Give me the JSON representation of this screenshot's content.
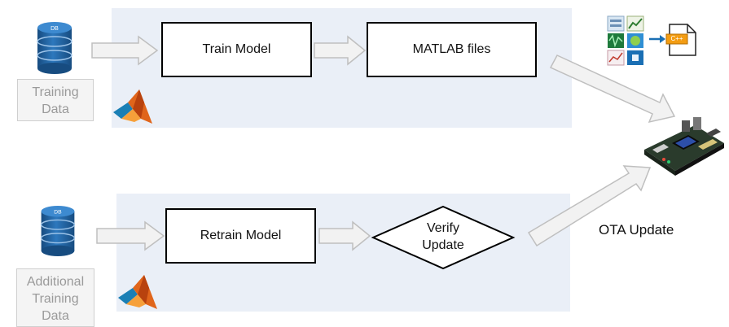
{
  "top_row": {
    "source_label": [
      "Training",
      "Data"
    ],
    "step1": "Train Model",
    "step2": "MATLAB files"
  },
  "bottom_row": {
    "source_label": [
      "Additional",
      "Training",
      "Data"
    ],
    "step1": "Retrain Model",
    "decision": [
      "Verify",
      "Update"
    ]
  },
  "ota_label": "OTA Update",
  "codegen_badge": "C++",
  "colors": {
    "panel": "#eaeff7",
    "arrow_fill": "#f2f2f2",
    "arrow_stroke": "#bfbfbf",
    "database": "#1f5f9a",
    "box_border": "#000000"
  },
  "icons": [
    "database-icon",
    "matlab-logo-icon",
    "app-icons-grid",
    "cpp-file-icon",
    "embedded-board-icon"
  ]
}
